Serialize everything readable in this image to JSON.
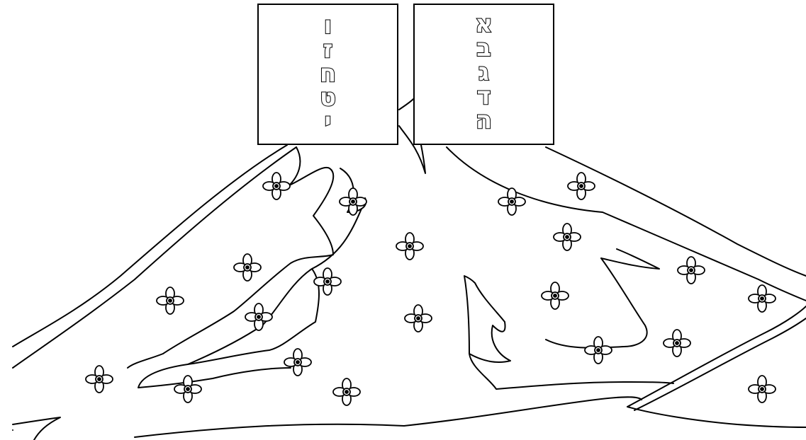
{
  "sign_right": {
    "letters": [
      "א",
      "ב",
      "ג",
      "ד",
      "ה"
    ]
  },
  "sign_left": {
    "letters": [
      "ו",
      "ז",
      "ח",
      "ט",
      "י"
    ]
  },
  "colors": {
    "ink": "#000000",
    "paper": "#ffffff"
  },
  "icons": [
    "flower-icon"
  ]
}
